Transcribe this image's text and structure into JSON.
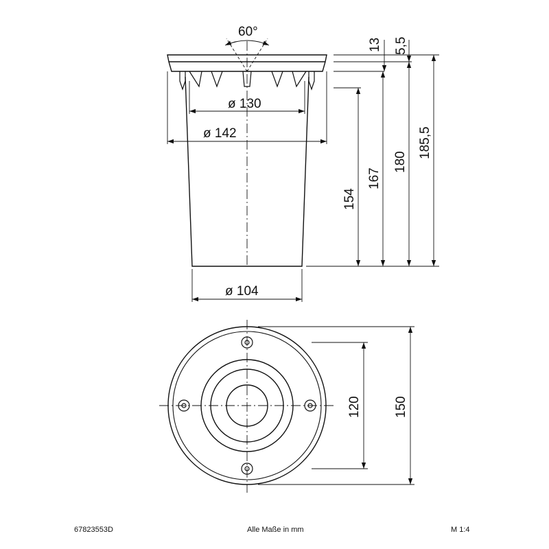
{
  "drawing": {
    "angle_label": "60°",
    "top_view": {
      "dia_130": "ø 130",
      "dia_142": "ø 142",
      "dia_104": "ø 104",
      "height_13": "13",
      "height_5_5": "5,5",
      "height_154": "154",
      "height_167": "167",
      "height_180": "180",
      "height_185_5": "185,5"
    },
    "plan_view": {
      "dim_120": "120",
      "dim_150": "150"
    }
  },
  "footer": {
    "article_number": "67823553D",
    "units_note": "Alle Maße in mm",
    "scale": "M 1:4"
  },
  "colors": {
    "line": "#111111",
    "background": "#ffffff"
  }
}
